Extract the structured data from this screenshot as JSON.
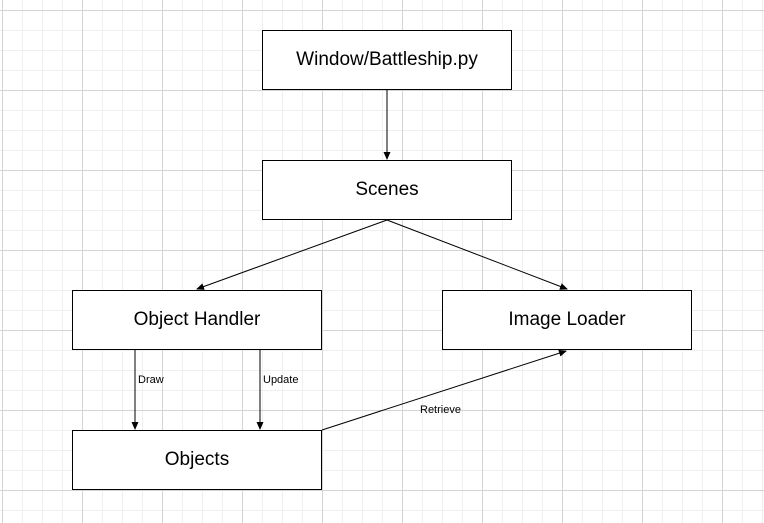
{
  "diagram": {
    "nodes": {
      "window": {
        "label": "Window/Battleship.py"
      },
      "scenes": {
        "label": "Scenes"
      },
      "object_handler": {
        "label": "Object Handler"
      },
      "image_loader": {
        "label": "Image Loader"
      },
      "objects": {
        "label": "Objects"
      }
    },
    "edges": [
      {
        "from": "window",
        "to": "scenes",
        "label": ""
      },
      {
        "from": "scenes",
        "to": "object_handler",
        "label": ""
      },
      {
        "from": "scenes",
        "to": "image_loader",
        "label": ""
      },
      {
        "from": "object_handler",
        "to": "objects",
        "label": "Draw"
      },
      {
        "from": "object_handler",
        "to": "objects",
        "label": "Update"
      },
      {
        "from": "objects",
        "to": "image_loader",
        "label": "Retrieve"
      }
    ],
    "colors": {
      "line": "#000000",
      "node_fill": "#ffffff",
      "grid": "#d4d4d4"
    }
  }
}
